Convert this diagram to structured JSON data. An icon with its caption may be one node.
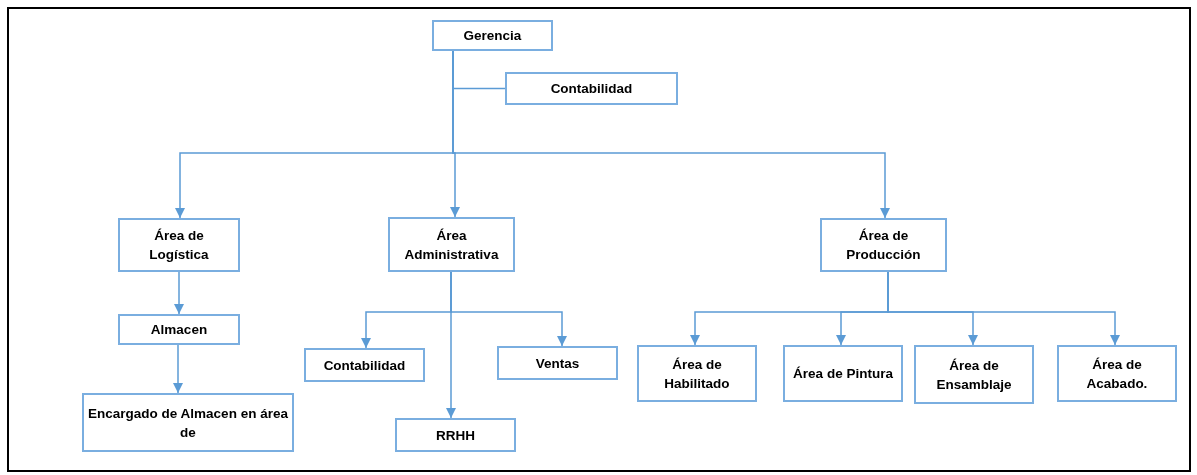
{
  "diagram": {
    "nodes": [
      {
        "text": [
          "Gerencia"
        ]
      },
      {
        "text": [
          "Contabilidad"
        ]
      },
      {
        "text": [
          "Área de Logística"
        ]
      },
      {
        "text": [
          "Área Administrativa"
        ]
      },
      {
        "text": [
          "Área de Producción"
        ]
      },
      {
        "text": [
          "Almacen"
        ]
      },
      {
        "text": [
          "Encargado de Almacen en área de"
        ]
      },
      {
        "text": [
          "Contabilidad"
        ]
      },
      {
        "text": [
          "Ventas"
        ]
      },
      {
        "text": [
          "RRHH"
        ]
      },
      {
        "text": [
          "Área de Habilitado"
        ]
      },
      {
        "text": [
          "Área de Pintura"
        ]
      },
      {
        "text": [
          "Área de Ensamblaje"
        ]
      },
      {
        "text": [
          "Área de Acabado."
        ]
      }
    ],
    "edges": [
      {
        "from": 0,
        "to": 1,
        "arrow": "none"
      },
      {
        "from": 0,
        "to": 2,
        "arrow": "to"
      },
      {
        "from": 0,
        "to": 3,
        "arrow": "to"
      },
      {
        "from": 0,
        "to": 4,
        "arrow": "to"
      },
      {
        "from": 2,
        "to": 5,
        "arrow": "to"
      },
      {
        "from": 5,
        "to": 6,
        "arrow": "to"
      },
      {
        "from": 3,
        "to": 7,
        "arrow": "to"
      },
      {
        "from": 3,
        "to": 9,
        "arrow": "to"
      },
      {
        "from": 3,
        "to": 8,
        "arrow": "to"
      },
      {
        "from": 4,
        "to": 10,
        "arrow": "to"
      },
      {
        "from": 4,
        "to": 11,
        "arrow": "to"
      },
      {
        "from": 4,
        "to": 12,
        "arrow": "to"
      },
      {
        "from": 4,
        "to": 13,
        "arrow": "to"
      }
    ]
  }
}
